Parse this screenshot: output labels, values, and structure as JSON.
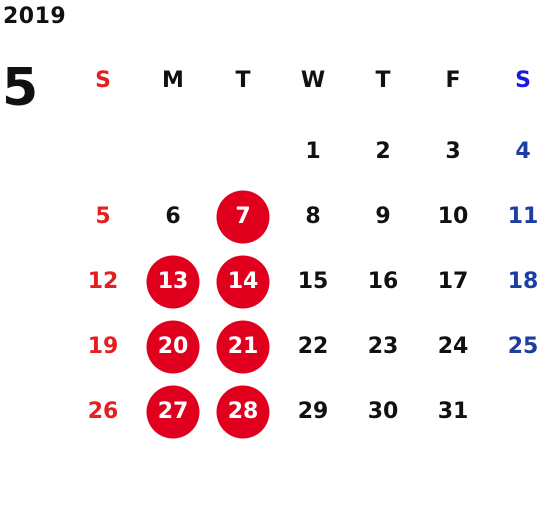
{
  "year": "2019",
  "month": "5",
  "weekdays": [
    "S",
    "M",
    "T",
    "W",
    "T",
    "F",
    "S"
  ],
  "first_weekday_index": 3,
  "days": [
    "1",
    "2",
    "3",
    "4",
    "5",
    "6",
    "7",
    "8",
    "9",
    "10",
    "11",
    "12",
    "13",
    "14",
    "15",
    "16",
    "17",
    "18",
    "19",
    "20",
    "21",
    "22",
    "23",
    "24",
    "25",
    "26",
    "27",
    "28",
    "29",
    "30",
    "31"
  ],
  "highlighted_days": [
    "7",
    "13",
    "14",
    "20",
    "21",
    "27",
    "28"
  ],
  "colors": {
    "sunday": "#e51f1f",
    "saturday": "#1c3ea0",
    "highlight_fill": "#e0001e",
    "text": "#111111"
  }
}
